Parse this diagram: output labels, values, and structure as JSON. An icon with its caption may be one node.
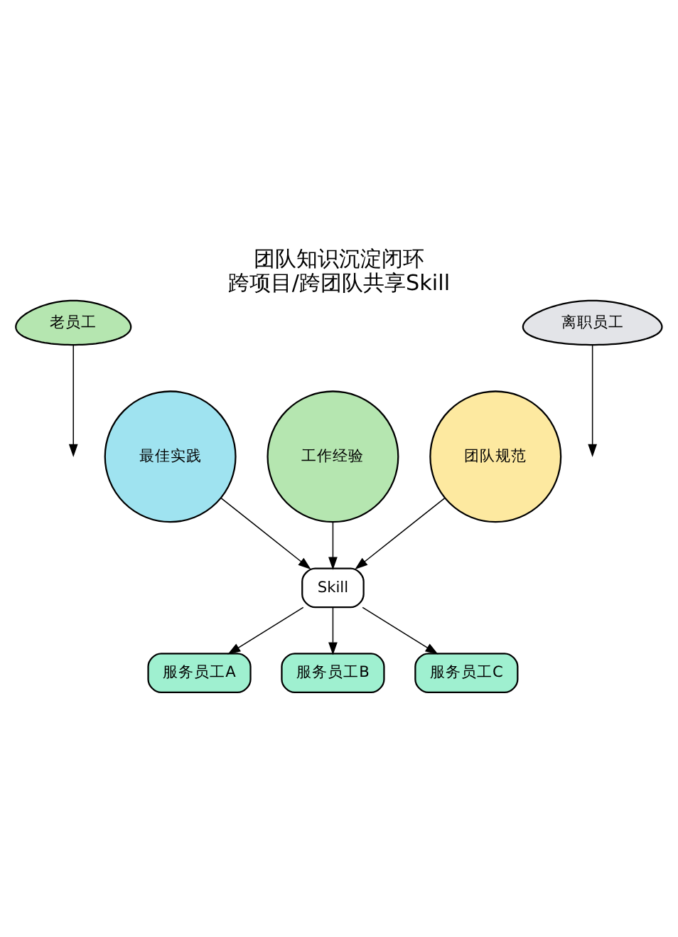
{
  "diagram": {
    "title": "团队知识沉淀闭环",
    "caption": "跨项目/跨团队共享Skill",
    "nodes": [
      {
        "text": [
          "老员工"
        ]
      },
      {
        "text": [
          "离职员工"
        ]
      },
      {
        "text": [
          "工作经验"
        ]
      },
      {
        "text": [
          "最佳实践"
        ]
      },
      {
        "text": [
          "团队规范"
        ]
      },
      {
        "text": [
          "Skill"
        ]
      },
      {
        "text": [
          "服务员工A"
        ]
      },
      {
        "text": [
          "服务员工B"
        ]
      },
      {
        "text": [
          "服务员工C"
        ]
      }
    ],
    "edges": [
      {
        "from": 0,
        "to": null,
        "arrow": "to"
      },
      {
        "from": 1,
        "to": null,
        "arrow": "to"
      },
      {
        "from": 2,
        "to": 5,
        "arrow": "to"
      },
      {
        "from": 3,
        "to": 5,
        "arrow": "to"
      },
      {
        "from": 4,
        "to": 5,
        "arrow": "to"
      },
      {
        "from": 5,
        "to": 6,
        "arrow": "to"
      },
      {
        "from": 5,
        "to": 7,
        "arrow": "to"
      },
      {
        "from": 5,
        "to": 8,
        "arrow": "to"
      }
    ]
  }
}
